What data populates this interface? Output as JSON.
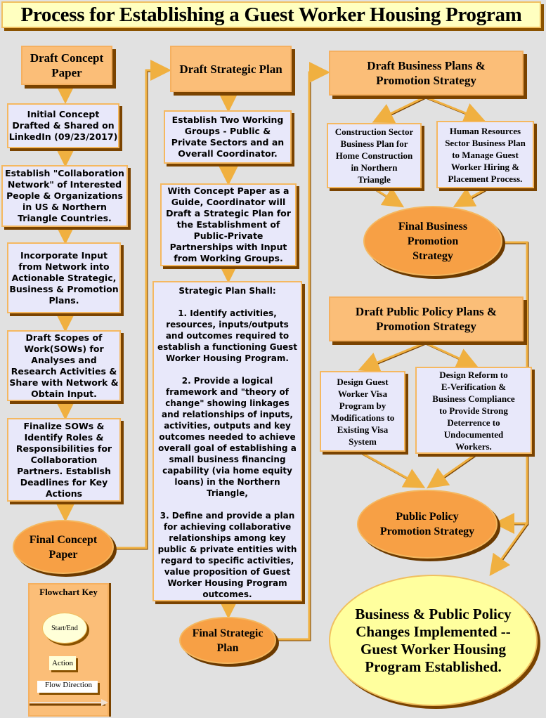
{
  "title": "Process for Establishing a Guest Worker Housing Program",
  "column1": {
    "header": "Draft Concept\nPaper",
    "steps": [
      "Initial Concept\nDrafted & Shared on\nLinkedIn (09/23/2017)",
      "Establish \"Collaboration\nNetwork\" of Interested\nPeople & Organizations\nin US & Northern\nTriangle Countries.",
      "Incorporate Input\nfrom Network into\nActionable Strategic,\nBusiness & Promotion\nPlans.",
      "Draft Scopes of\nWork(SOWs) for\nAnalyses and\nResearch Activities &\nShare with Network &\nObtain Input.",
      "Finalize SOWs &\nIdentify Roles &\nResponsibilities for\nCollaboration\nPartners.  Establish\nDeadlines for Key\nActions"
    ],
    "end": "Final Concept\nPaper"
  },
  "column2": {
    "header": "Draft Strategic Plan",
    "steps": [
      "Establish Two Working\nGroups - Public &\nPrivate Sectors and an\nOverall Coordinator.",
      "With Concept Paper as a\nGuide, Coordinator will\nDraft a Strategic Plan for\nthe Establishment of\nPublic-Private\nPartnerships with Input\nfrom Working Groups.",
      "Strategic Plan Shall:\n\n1. Identify activities,\nresources, inputs/outputs\nand outcomes required to\nestablish a functioning Guest\nWorker Housing Program.\n\n2.  Provide a logical\nframework and \"theory of\nchange\" showing linkages\nand relationships of inputs,\nactivities, outputs and key\noutcomes needed to achieve\noverall goal of establishing a\nsmall business financing\ncapability (via home equity\nloans) in the Northern\nTriangle,\n\n3.  Define and provide a plan\nfor achieving collaborative\nrelationships among key\npublic & private entities with\nregard to specific activities,\nvalue proposition of Guest\nWorker Housing Program\noutcomes."
    ],
    "end": "Final Strategic\nPlan"
  },
  "column3": {
    "business_header": "Draft Business Plans &\nPromotion Strategy",
    "business_steps": [
      "Construction Sector\nBusiness Plan for\nHome Construction\nin Northern\nTriangle",
      "Human Resources\nSector Business Plan\nto Manage Guest\nWorker Hiring &\nPlacement Process."
    ],
    "business_end": "Final Business\nPromotion\nStrategy",
    "policy_header": "Draft Public Policy Plans &\nPromotion Strategy",
    "policy_steps": [
      "Design Guest\nWorker Visa\nProgram by\nModifications to\nExisting Visa\nSystem",
      "Design Reform to\nE-Verification &\nBusiness Compliance\nto Provide Strong\nDeterrence to\nUndocumented\nWorkers."
    ],
    "policy_end": "Public Policy\nPromotion Strategy",
    "final": "Business & Public Policy\nChanges Implemented --\nGuest Worker Housing\nProgram Established."
  },
  "key": {
    "title": "Flowchart Key",
    "start_end": "Start/End",
    "action": "Action",
    "flow": "Flow Direction"
  },
  "colors": {
    "background": "#e1e1e1",
    "header": "#fbbe78",
    "action": "#e8e8fa",
    "oval": "#f7a045",
    "final": "#ffff9e",
    "shadow": "#7a4300"
  }
}
